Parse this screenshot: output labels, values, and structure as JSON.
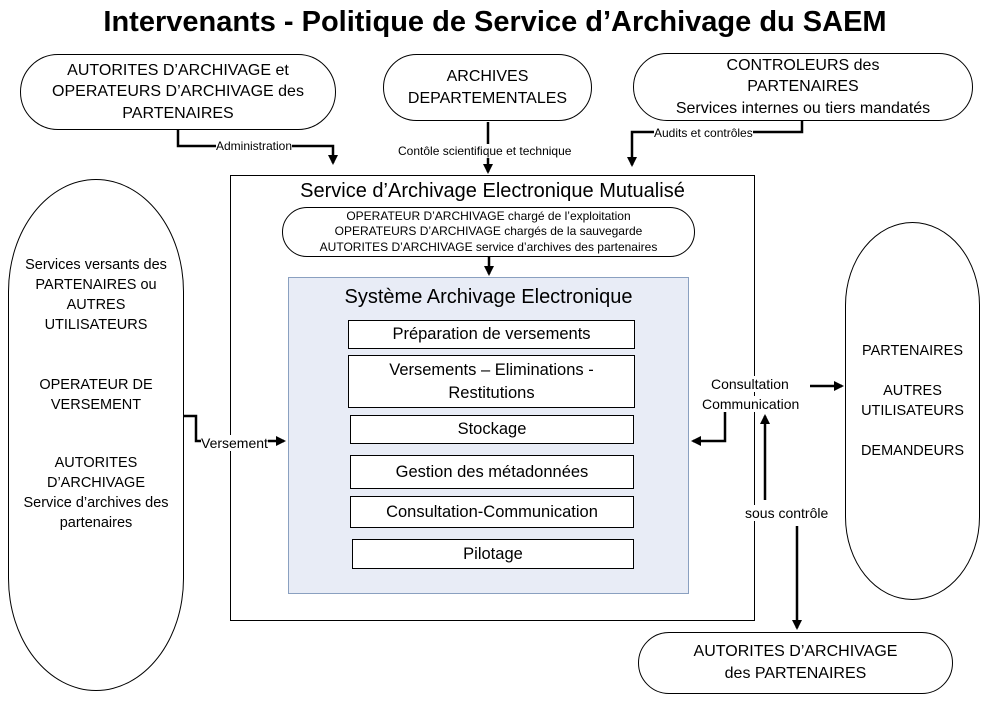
{
  "title": "Intervenants - Politique de Service d’Archivage du SAEM",
  "top_actors": {
    "left": {
      "line1": "AUTORITES D’ARCHIVAGE et",
      "line2": "OPERATEURS D’ARCHIVAGE des",
      "line3": "PARTENAIRES"
    },
    "center": {
      "line1": "ARCHIVES",
      "line2": "DEPARTEMENTALES"
    },
    "right": {
      "line1": "CONTROLEURS des",
      "line2": "PARTENAIRES",
      "line3": "Services internes ou tiers mandatés"
    }
  },
  "flow_labels": {
    "administration": "Administration",
    "controle": "Contôle scientifique et technique",
    "audits": "Audits et contrôles",
    "versement": "Versement",
    "consultation": "Consultation",
    "communication": "Communication",
    "sous_controle": "sous contrôle"
  },
  "left_actor": {
    "p1_l1": "Services versants des",
    "p1_l2": "PARTENAIRES ou",
    "p1_l3": "AUTRES",
    "p1_l4": "UTILISATEURS",
    "p2_l1": "OPERATEUR DE",
    "p2_l2": "VERSEMENT",
    "p3_l1": "AUTORITES",
    "p3_l2": "D’ARCHIVAGE",
    "p3_l3": "Service d’archives des",
    "p3_l4": "partenaires"
  },
  "right_actor": {
    "l1": "PARTENAIRES",
    "l2": "AUTRES",
    "l3": "UTILISATEURS",
    "l4": "DEMANDEURS"
  },
  "bottom_actor": {
    "line1": "AUTORITES D’ARCHIVAGE",
    "line2": "des PARTENAIRES"
  },
  "saem": {
    "title": "Service d’Archivage Electronique Mutualisé",
    "operators": {
      "l1": "OPERATEUR D’ARCHIVAGE chargé de l’exploitation",
      "l2": "OPERATEURS D’ARCHIVAGE chargés de la sauvegarde",
      "l3": "AUTORITES D’ARCHIVAGE service d’archives des partenaires"
    }
  },
  "sae": {
    "title": "Système Archivage Electronique",
    "modules": {
      "preparation": "Préparation de versements",
      "versements_l1": "Versements – Eliminations -",
      "versements_l2": "Restitutions",
      "stockage": "Stockage",
      "metadonnees": "Gestion des métadonnées",
      "consultation": "Consultation-Communication",
      "pilotage": "Pilotage"
    }
  }
}
